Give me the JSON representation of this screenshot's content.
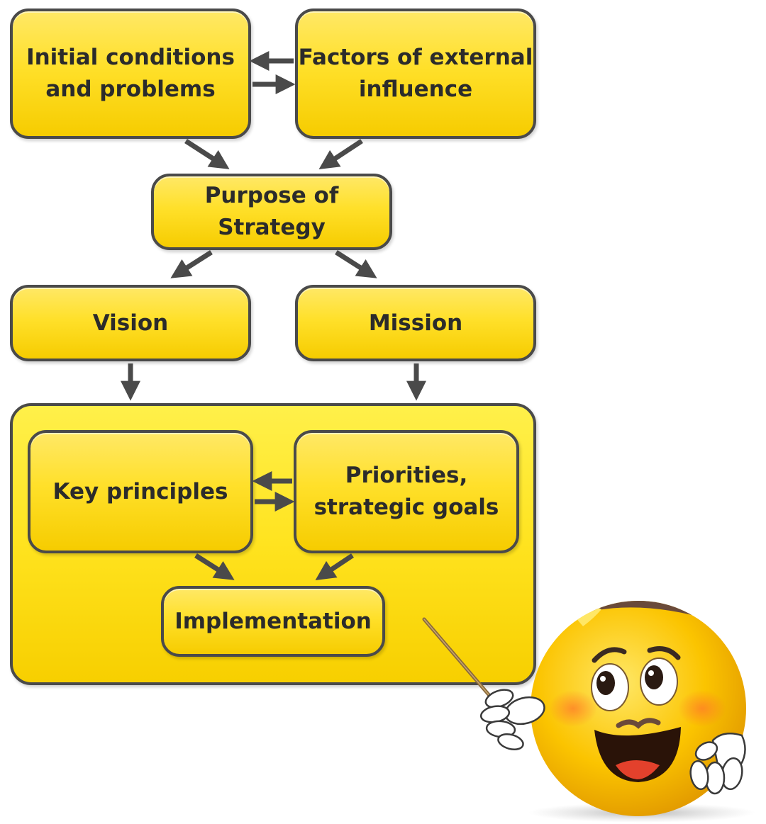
{
  "nodes": {
    "initial_conditions": "Initial conditions\nand problems",
    "external_factors": "Factors of external\ninfluence",
    "purpose": "Purpose of Strategy",
    "vision": "Vision",
    "mission": "Mission",
    "key_principles": "Key principles",
    "priorities": "Priorities,\nstrategic goals",
    "implementation": "Implementation"
  },
  "colors": {
    "box_fill": "#ffe02a",
    "box_border": "#4a4a4a",
    "arrow": "#4a4a4a",
    "text": "#2b2b2b"
  },
  "edges": [
    {
      "from": "external_factors",
      "to": "initial_conditions"
    },
    {
      "from": "initial_conditions",
      "to": "external_factors"
    },
    {
      "from": "initial_conditions",
      "to": "purpose"
    },
    {
      "from": "external_factors",
      "to": "purpose"
    },
    {
      "from": "purpose",
      "to": "vision"
    },
    {
      "from": "purpose",
      "to": "mission"
    },
    {
      "from": "vision",
      "to": "strategy_container"
    },
    {
      "from": "mission",
      "to": "strategy_container"
    },
    {
      "from": "priorities",
      "to": "key_principles"
    },
    {
      "from": "key_principles",
      "to": "priorities"
    },
    {
      "from": "key_principles",
      "to": "implementation"
    },
    {
      "from": "priorities",
      "to": "implementation"
    }
  ],
  "mascot": {
    "icon": "smiley-teacher-icon"
  }
}
